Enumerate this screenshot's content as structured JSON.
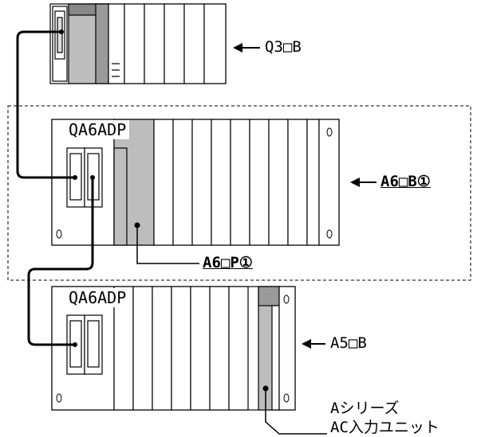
{
  "labels": {
    "q3b": "Q3□B",
    "a6b1": "A6□B①",
    "a6p1": "A6□P①",
    "a5b": "A5□B",
    "a_series": "Aシリーズ",
    "ac_input_unit": "AC入力ユニット",
    "qa6adp_top": "QA6ADP",
    "qa6adp_bottom": "QA6ADP"
  },
  "colors": {
    "outline": "#000000",
    "module_fill": "#ffffff",
    "power_fill": "#bdbdbd",
    "cable": "#000000"
  }
}
